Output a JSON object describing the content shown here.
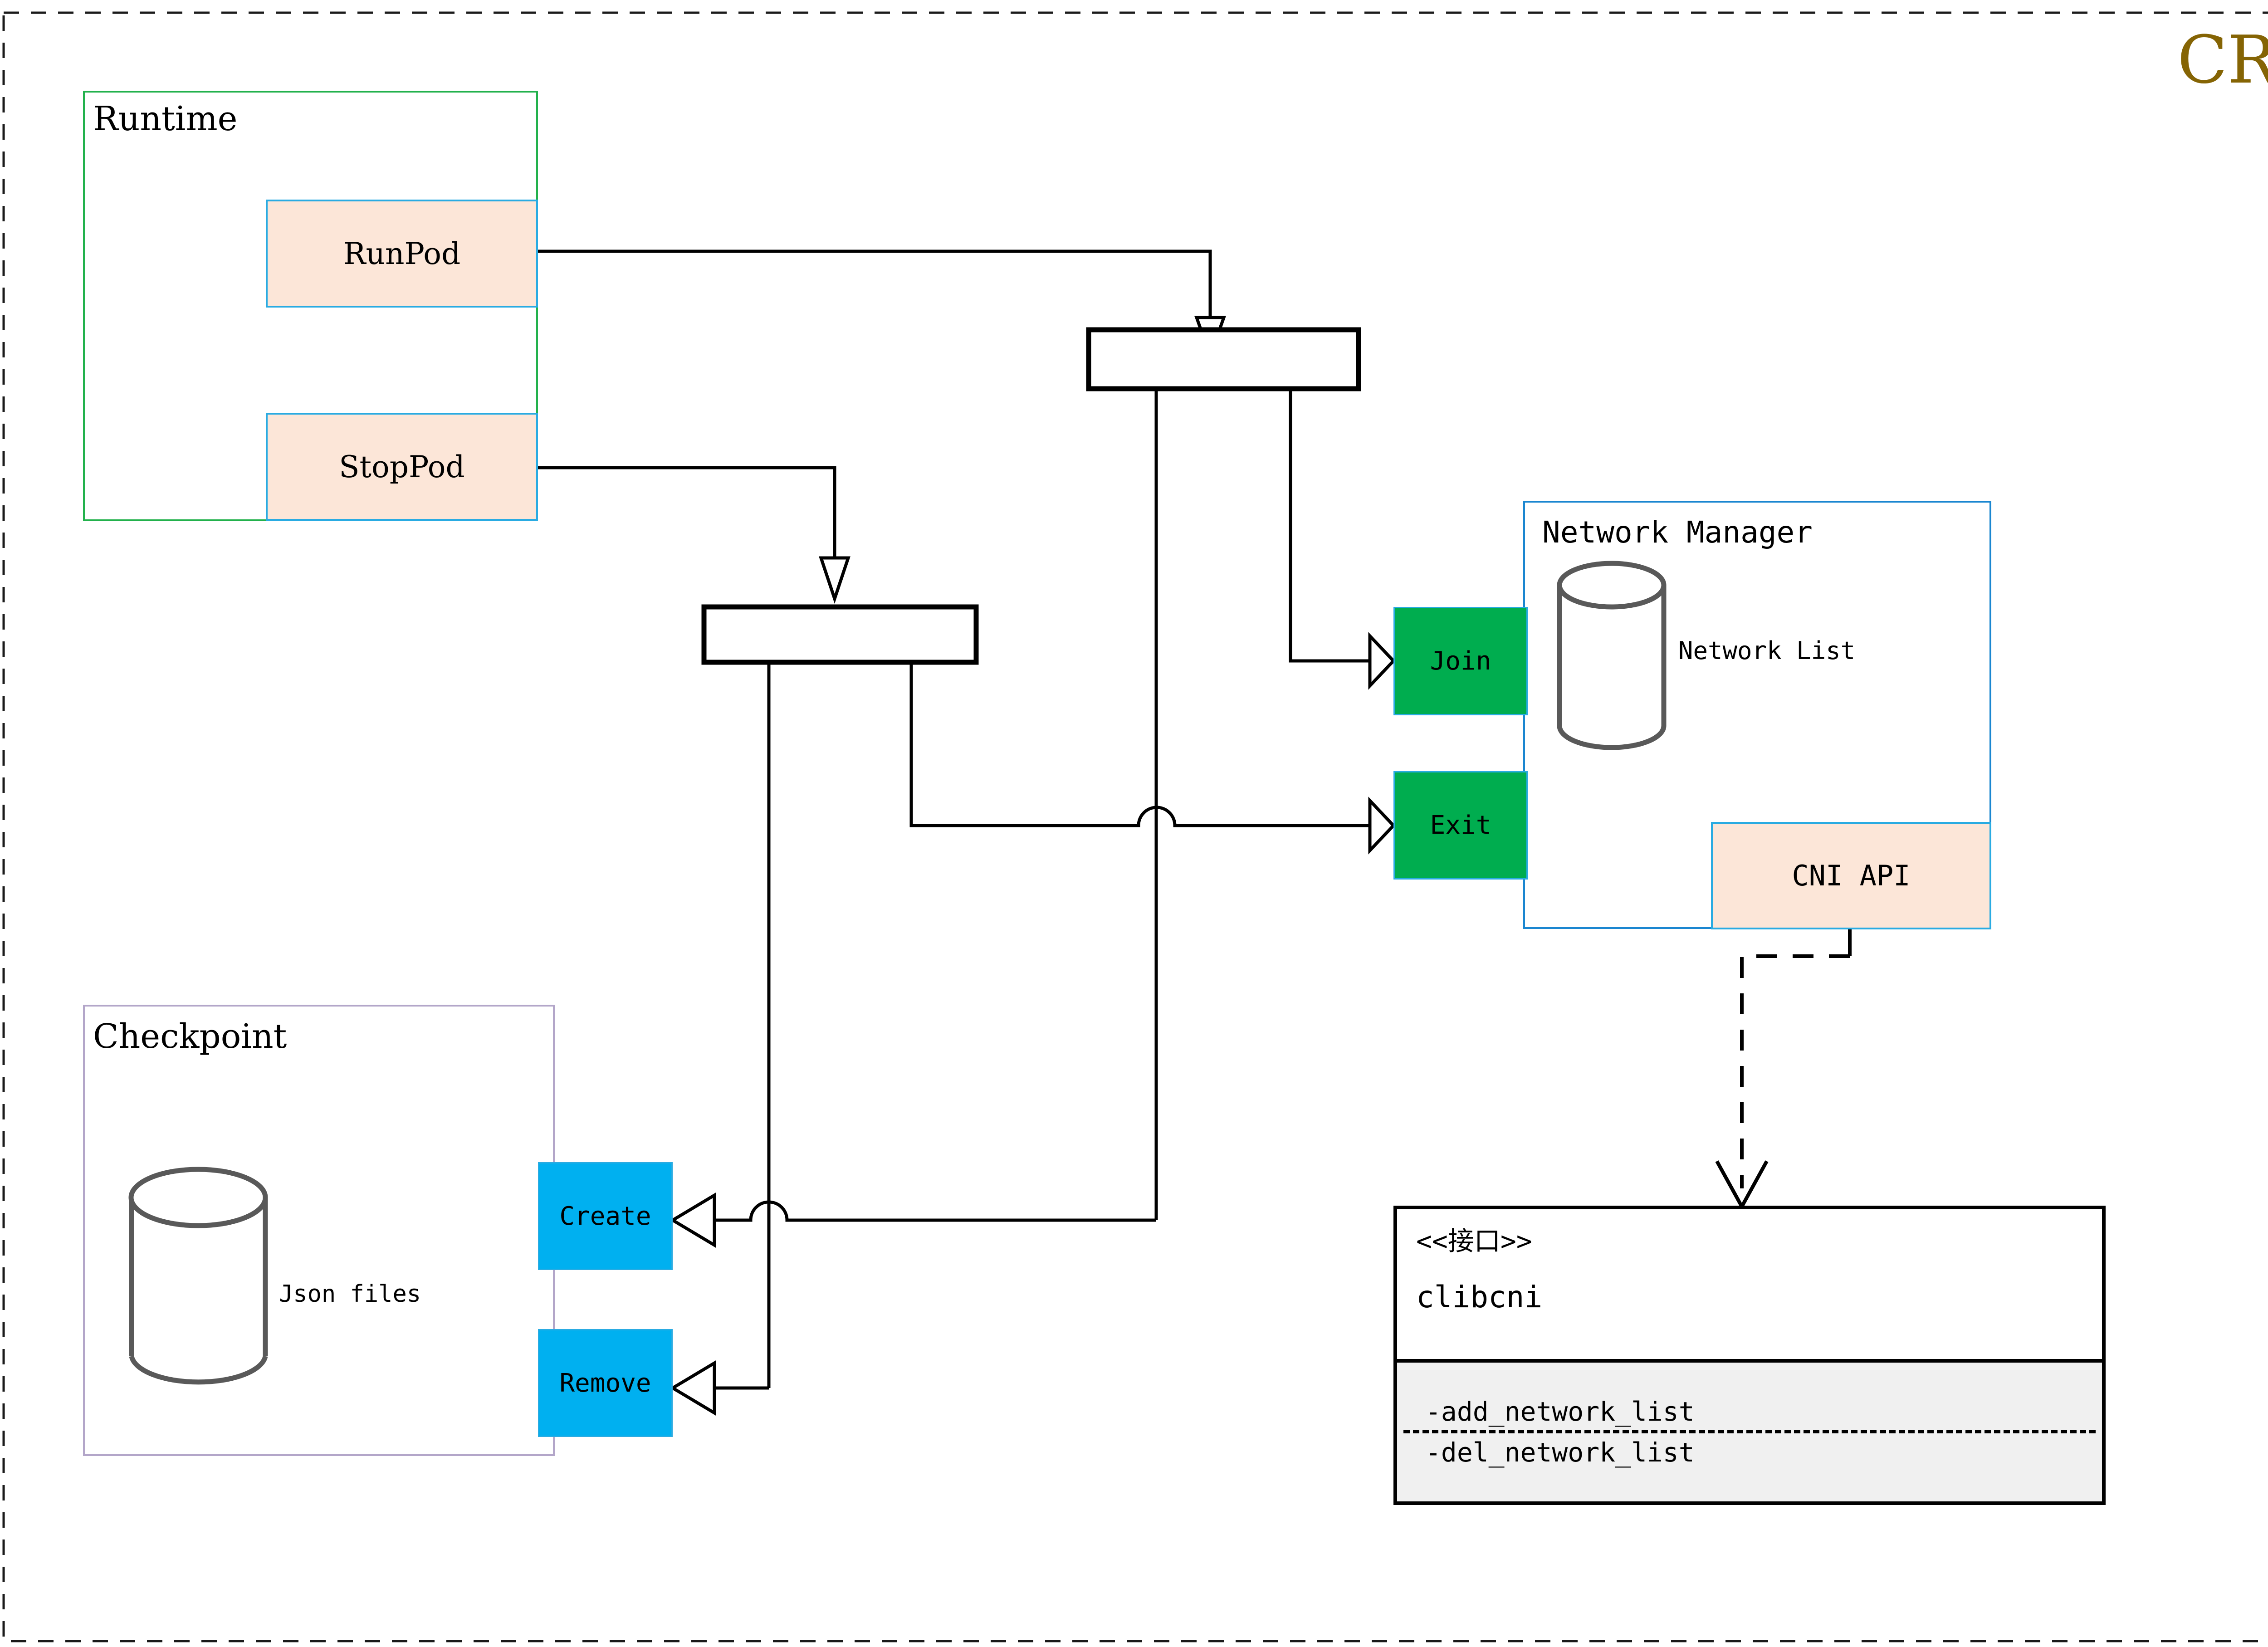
{
  "title": "CRI",
  "title_color": "#856404",
  "colors": {
    "outer_frame": "#1a1a1a",
    "runtime_border": "#22b14c",
    "checkpoint_border": "#b3a6c9",
    "network_manager_border": "#1a86d0",
    "peach_fill": "#fce6d8",
    "peach_border": "#29abe2",
    "green_fill": "#00ad4f",
    "green_border": "#29abe2",
    "cyan_fill": "#00b0f0",
    "cyan_border": "#29abe2",
    "interface_fill": "#ffffff",
    "interface_method_fill": "#f0f0f0",
    "interface_border": "#000000",
    "line": "#000000",
    "cylinder_stroke": "#595959"
  },
  "containers": {
    "runtime": {
      "label": "Runtime"
    },
    "checkpoint": {
      "label": "Checkpoint"
    },
    "network_manager": {
      "label": "Network Manager"
    }
  },
  "nodes": {
    "runpod": {
      "label": "RunPod"
    },
    "stoppod": {
      "label": "StopPod"
    },
    "join": {
      "label": "Join"
    },
    "exit": {
      "label": "Exit"
    },
    "cni_api": {
      "label": "CNI API"
    },
    "create": {
      "label": "Create"
    },
    "remove": {
      "label": "Remove"
    }
  },
  "datastores": {
    "network_list": {
      "label": "Network List"
    },
    "json_files": {
      "label": "Json files"
    }
  },
  "interface_box": {
    "stereotype": "<<接口>>",
    "name": "clibcni",
    "methods": [
      "-add_network_list",
      "-del_network_list"
    ]
  },
  "forks": {
    "fork_runpod": {
      "label": ""
    },
    "fork_stoppod": {
      "label": ""
    }
  }
}
